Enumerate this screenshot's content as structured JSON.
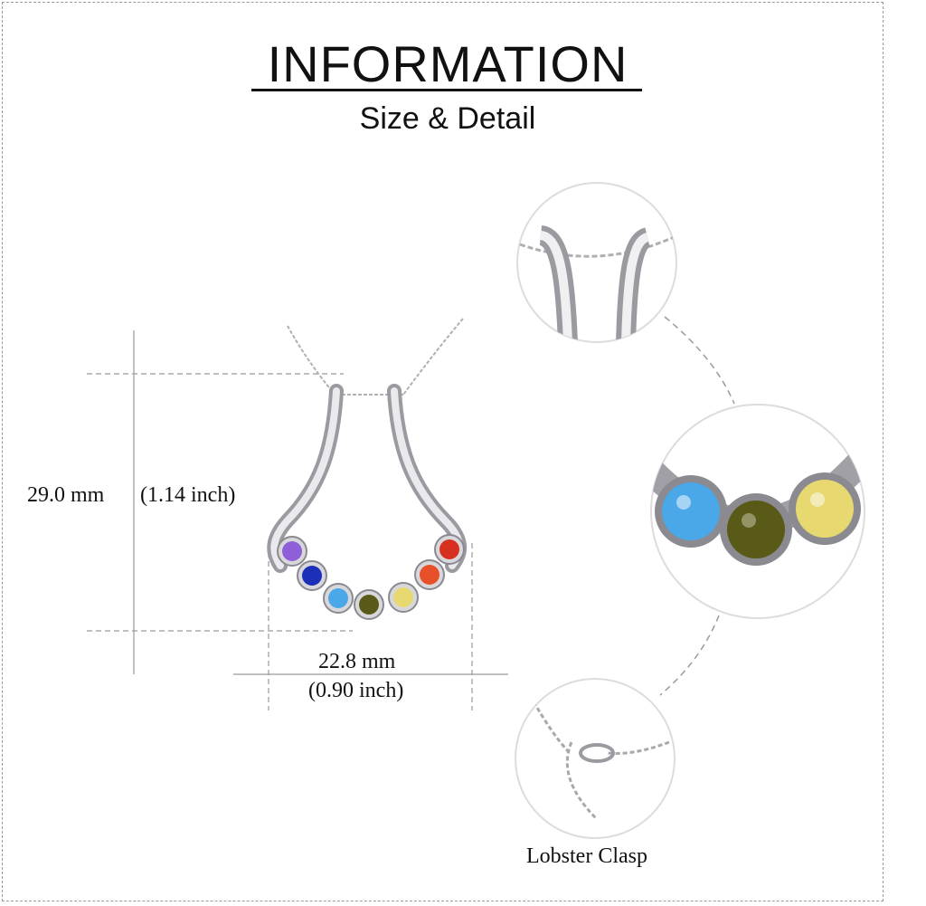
{
  "header": {
    "title": "INFORMATION",
    "subtitle": "Size & Detail"
  },
  "dimensions": {
    "height_mm": "29.0 mm",
    "height_inch": "(1.14 inch)",
    "width_mm": "22.8 mm",
    "width_inch": "(0.90 inch)"
  },
  "details": {
    "clasp_label": "Lobster  Clasp"
  },
  "stones": [
    {
      "name": "purple-stone",
      "color": "#8e5fd6"
    },
    {
      "name": "sapphire-stone",
      "color": "#1c2fb8"
    },
    {
      "name": "aquamarine-stone",
      "color": "#4aa8e8"
    },
    {
      "name": "peridot-stone",
      "color": "#5a5a18"
    },
    {
      "name": "citrine-stone",
      "color": "#e8d870"
    },
    {
      "name": "orange-stone",
      "color": "#e8502a"
    },
    {
      "name": "red-stone",
      "color": "#d83020"
    }
  ],
  "colors": {
    "metal": "#c8c8cc",
    "dashed": "#9a9a9a",
    "text": "#111111"
  }
}
